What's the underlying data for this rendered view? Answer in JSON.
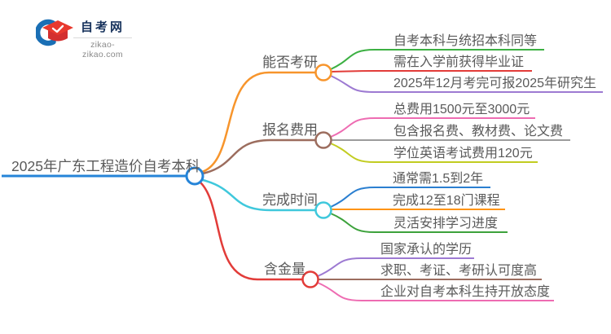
{
  "page": {
    "background": "#ffffff",
    "text_color": "#5a5a5a"
  },
  "logo": {
    "site_name": "自考网",
    "site_url": "zikao-zikao.com",
    "icon": "graduation-cap-icon",
    "brand_blue": "#1a6fb5",
    "brand_red": "#e8392e",
    "name_color": "#17325c"
  },
  "mindmap": {
    "root": {
      "label": "2025年广东工程造价自考本科",
      "color": "#2584d8"
    },
    "branches": [
      {
        "label": "能否考研",
        "color": "#f7952c",
        "children": [
          {
            "text": "自考本科与统招本科同等",
            "color": "#3cb043"
          },
          {
            "text": "需在入学前获得毕业证",
            "color": "#e23c39"
          },
          {
            "text": "2025年12月考完可报2025年研究生",
            "color": "#9d7ad2"
          }
        ]
      },
      {
        "label": "报名费用",
        "color": "#9c6d5e",
        "children": [
          {
            "text": "总费用1500元至3000元",
            "color": "#ee6cb2"
          },
          {
            "text": "包含报名费、教材费、论文费",
            "color": "#9c9c9c"
          },
          {
            "text": "学位英语考试费用120元",
            "color": "#c2cc21"
          }
        ]
      },
      {
        "label": "完成时间",
        "color": "#3fc8dc",
        "children": [
          {
            "text": "通常需1.5到2年",
            "color": "#2b7fd0"
          },
          {
            "text": "完成12至18门课程",
            "color": "#ff9415"
          },
          {
            "text": "灵活安排学习进度",
            "color": "#3da23c"
          }
        ]
      },
      {
        "label": "含金量",
        "color": "#e23c39",
        "children": [
          {
            "text": "国家承认的学历",
            "color": "#9d7ad2"
          },
          {
            "text": "求职、考证、考研认可度高",
            "color": "#9c6d5e"
          },
          {
            "text": "企业对自考本科生持开放态度",
            "color": "#ee6cb2"
          }
        ]
      }
    ]
  }
}
